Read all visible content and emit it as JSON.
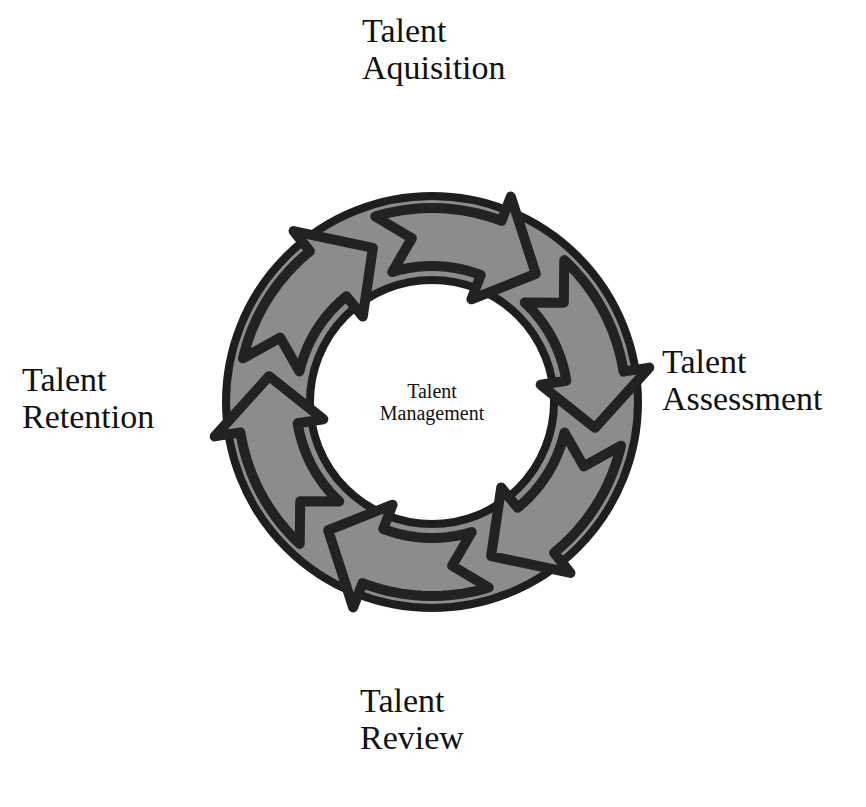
{
  "diagram": {
    "labels": [
      "Talent Aquisition",
      "Talent Retention",
      "Talent Management",
      "Talent Assessment",
      "Talent Review"
    ]
  }
}
